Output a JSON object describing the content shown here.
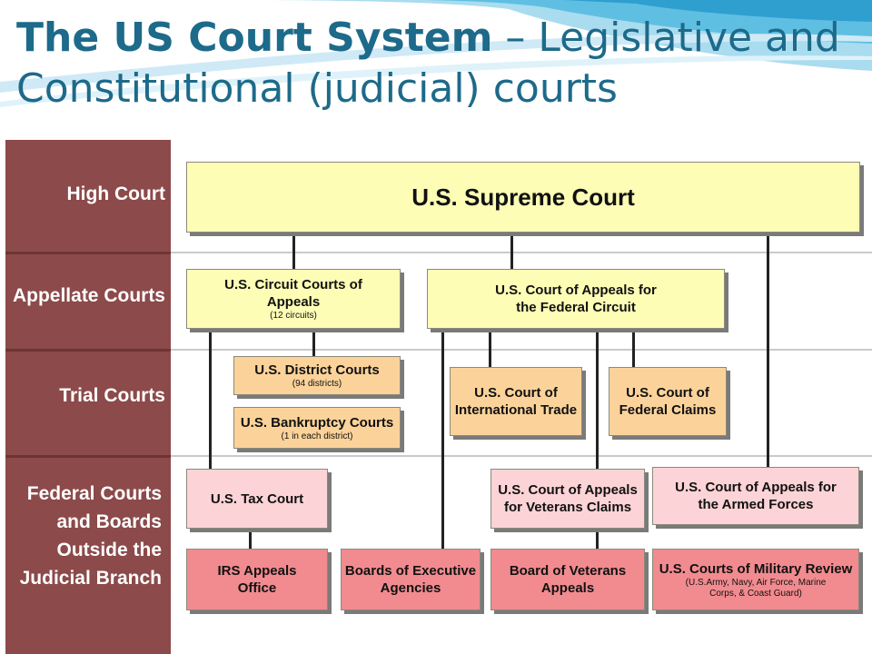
{
  "slide": {
    "title_bold": "The US Court System",
    "title_rest": " – Legislative and Constitutional (judicial) courts"
  },
  "levels": [
    "High Court",
    "Appellate Courts",
    "Trial Courts",
    "Federal Courts and Boards Outside the Judicial Branch"
  ],
  "boxes": {
    "supreme": "U.S. Supreme Court",
    "circuit": "U.S. Circuit Courts of Appeals",
    "circuit_sub": "(12 circuits)",
    "federal_circuit": "U.S. Court of Appeals for the Federal Circuit",
    "district": "U.S. District Courts",
    "district_sub": "(94 districts)",
    "bankruptcy": "U.S. Bankruptcy Courts",
    "bankruptcy_sub": "(1 in each district)",
    "intl_trade": "U.S. Court of International Trade",
    "federal_claims": "U.S. Court of Federal Claims",
    "tax_court": "U.S. Tax Court",
    "veterans_claims": "U.S. Court of Appeals for Veterans Claims",
    "armed_forces": "U.S. Court of Appeals for the Armed Forces",
    "irs_appeals": "IRS Appeals Office",
    "exec_boards": "Boards of Executive Agencies",
    "veterans_appeals": "Board of Veterans Appeals",
    "military_review": "U.S. Courts of Military Review",
    "military_review_sub": "(U.S.Army, Navy, Air Force, Marine Corps, & Coast Guard)"
  },
  "colors": {
    "title": "#1d6a8a",
    "sidebar": "#8c4a4a",
    "high_court_box": "#fdfdb6",
    "trial_box": "#fbd39a",
    "outside_upper_box": "#fcd3d6",
    "outside_lower_box": "#f18b8f"
  }
}
